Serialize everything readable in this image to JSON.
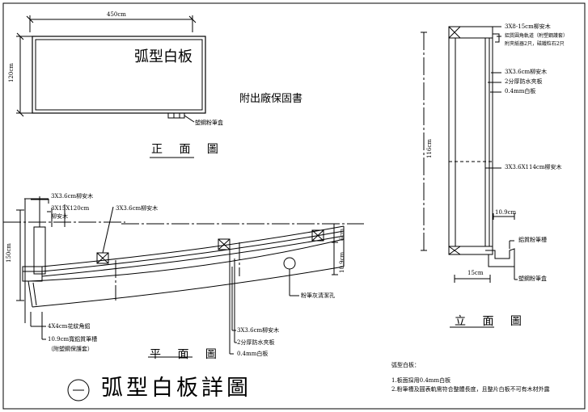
{
  "front_view": {
    "width_dim": "450cm",
    "height_dim": "120cm",
    "board_title": "弧型白板",
    "warranty": "附出廠保固書",
    "tray_label": "塑鋼粉筆盒",
    "caption": "正 面 圖"
  },
  "plan_view": {
    "caption": "平 面 圖",
    "labels": {
      "wood_top": "3X3.6cm柳安木",
      "post": "3X15X120cm",
      "post2": "柳安木",
      "wood_top2": "3X3.6cm柳安木",
      "corner": "4X4cm花紋角鋁",
      "tray": "10.9cm寬鋁質筆槽",
      "tray2": "（附塑鋼保護套）",
      "wood_bottom": "3X3.6cm柳安木",
      "plywood": "2分厚防水夾板",
      "white_board": "0.4mm白板",
      "cleanout": "粉筆灰清潔孔",
      "dim_6": "6cm",
      "dim_109": "10.9cm",
      "dim_150": "150cm"
    }
  },
  "side_view": {
    "caption": "立 面 圖",
    "labels": {
      "top_wood": "3X8-15cm柳安木",
      "rail1": "鋁質圓角軌道（附塑鋼護套）",
      "rail2": "附夾紙器2只，磁鐵粒石2只",
      "wood36": "3X3.6cm柳安木",
      "plywood": "2分厚防水夾板",
      "white": "0.4mm白板",
      "wood114": "3X3.6X114cm柳安木",
      "dim_109": "10.9cm",
      "tray": "鋁質粉筆槽",
      "chalkbox": "塑鋼粉筆盒",
      "dim_116": "116cm",
      "dim_15": "15cm"
    }
  },
  "notes": {
    "heading": "弧型白板：",
    "items": [
      "1.板面採用0.4mm白板",
      "2.粉筆槽及圓表軌需符合整體長度，且整片白板不可有木材外露"
    ]
  },
  "main_title": {
    "number": "一",
    "text": "弧型白板詳圖"
  }
}
